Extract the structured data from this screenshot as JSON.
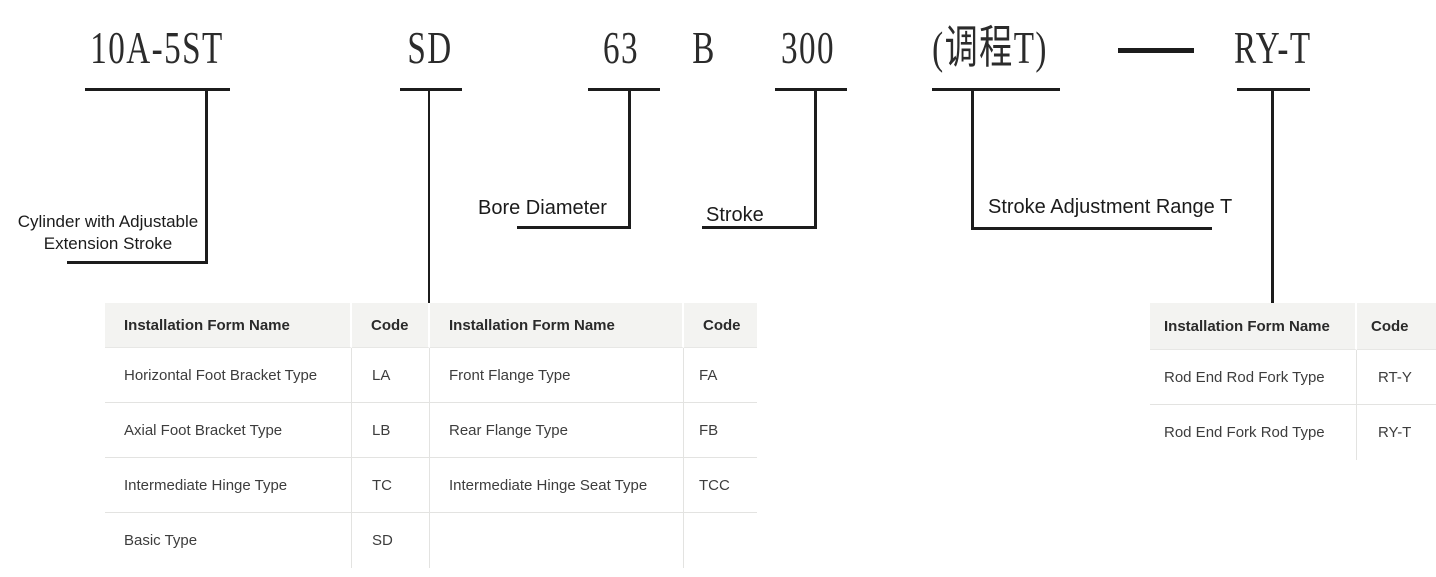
{
  "model_code": {
    "segments": [
      "10A-5ST",
      "SD",
      "63",
      "B",
      "300",
      "(调程T)",
      "RY-T"
    ],
    "separator_dash": "—"
  },
  "callouts": {
    "series_line1": "Cylinder with Adjustable",
    "series_line2": "Extension Stroke",
    "bore": "Bore Diameter",
    "stroke": "Stroke",
    "adjustment": "Stroke Adjustment Range T"
  },
  "left_table": {
    "headers": [
      "Installation Form Name",
      "Code",
      "Installation Form Name",
      "Code"
    ],
    "rows": [
      [
        "Horizontal Foot Bracket Type",
        "LA",
        "Front Flange Type",
        "FA"
      ],
      [
        "Axial Foot Bracket Type",
        "LB",
        "Rear Flange Type",
        "FB"
      ],
      [
        "Intermediate Hinge Type",
        "TC",
        "Intermediate Hinge Seat Type",
        "TCC"
      ],
      [
        "Basic Type",
        "SD",
        "",
        ""
      ]
    ]
  },
  "right_table": {
    "headers": [
      "Installation Form Name",
      "Code"
    ],
    "rows": [
      [
        "Rod End Rod Fork Type",
        "RT-Y"
      ],
      [
        "Rod End Fork Rod Type",
        "RY-T"
      ]
    ]
  },
  "colors": {
    "line": "#1c1c1c",
    "table_header_bg": "#f3f3f1",
    "table_border": "#e3e3e1",
    "table_text": "#3d3d3d",
    "code_text": "#2b2b2b"
  }
}
